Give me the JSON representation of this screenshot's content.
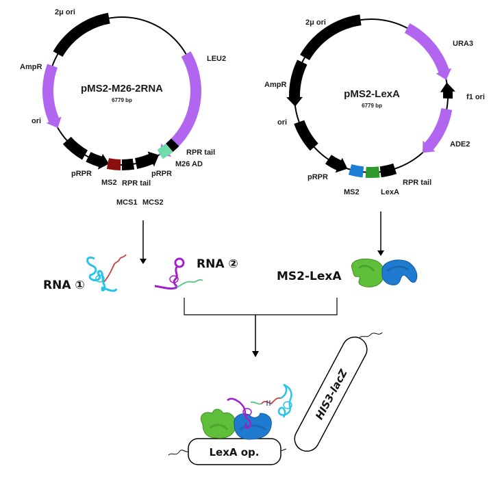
{
  "plasmids": [
    {
      "name": "pMS2-M26-2RNA",
      "size": "6779 bp",
      "labels": {
        "two_micron_ori": "2μ ori",
        "ampr": "AmpR",
        "leu2": "LEU2",
        "ori": "ori",
        "prpr_1": "pRPR",
        "ms2": "MS2",
        "rpr_tail_1": "RPR tail",
        "prpr_2": "pRPR",
        "m26_ad": "M26 AD",
        "rpr_tail_2": "RPR tail"
      },
      "mcs": [
        "MCS1",
        "MCS2"
      ]
    },
    {
      "name": "pMS2-LexA",
      "size": "6779 bp",
      "labels": {
        "two_micron_ori": "2μ ori",
        "ampr": "AmpR",
        "ura3": "URA3",
        "f1_ori": "f1 ori",
        "ori": "ori",
        "ade2": "ADE2",
        "prpr": "pRPR",
        "ms2": "MS2",
        "lexa": "LexA",
        "rpr_tail": "RPR tail"
      }
    }
  ],
  "products": {
    "rna1": "RNA ①",
    "rna2": "RNA ②",
    "fusion": "MS2-LexA"
  },
  "reporter": {
    "operator": "LexA op.",
    "gene": "HIS3-lacZ"
  },
  "colors": {
    "marker": "#b266f0",
    "backbone": "#000000",
    "ms2_red": "#8b0f0f",
    "m26_ad": "#6fdcaa",
    "ms2_blue": "#1a7fd4",
    "lexa_green": "#2e9a2e",
    "rna_cyan": "#27c4ea",
    "rna_purple": "#a21fc9",
    "rna_red": "#c0504d",
    "rna_green": "#62c98c",
    "protein_green": "#5fbf3a",
    "protein_blue": "#1f7bd0"
  }
}
